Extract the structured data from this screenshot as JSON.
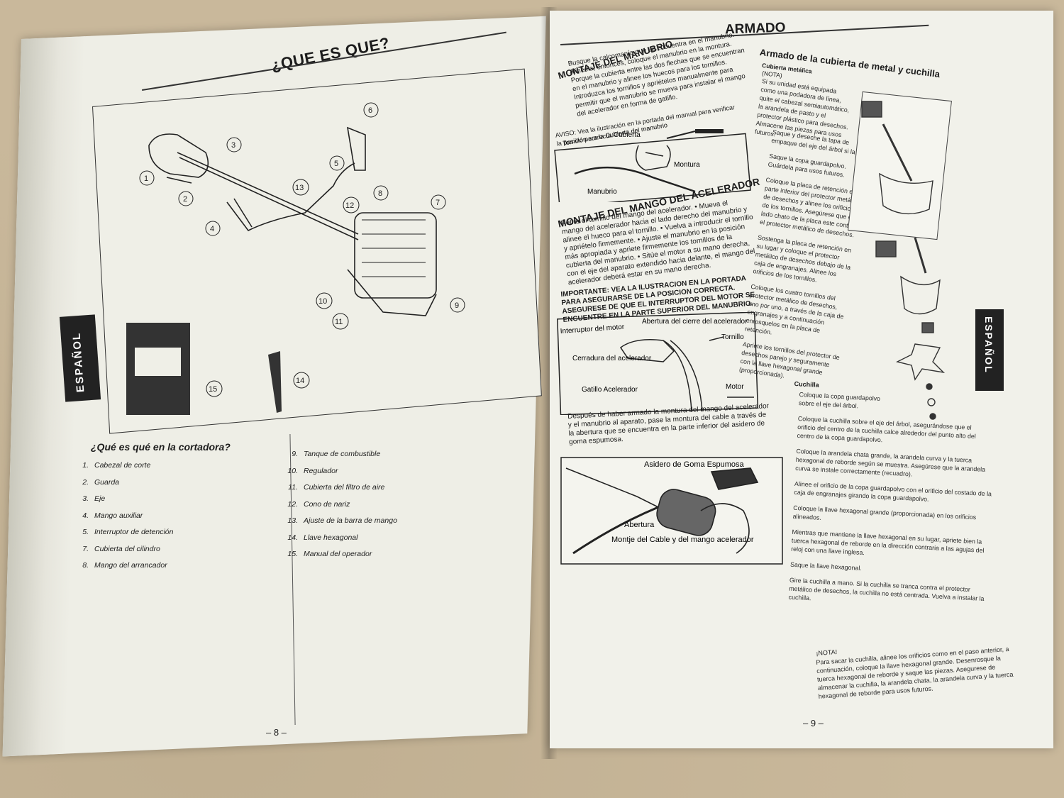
{
  "left_page": {
    "title": "¿QUE ES QUE?",
    "tab": "ESPAÑOL",
    "legend_title": "¿Qué es qué en la cortadora?",
    "legend_col1": [
      {
        "n": "1.",
        "label": "Cabezal de corte"
      },
      {
        "n": "2.",
        "label": "Guarda"
      },
      {
        "n": "3.",
        "label": "Eje"
      },
      {
        "n": "4.",
        "label": "Mango auxiliar"
      },
      {
        "n": "5.",
        "label": "Interruptor de detención"
      },
      {
        "n": "7.",
        "label": "Cubierta del cilindro"
      },
      {
        "n": "8.",
        "label": "Mango del arrancador"
      }
    ],
    "legend_col2": [
      {
        "n": "9.",
        "label": "Tanque de combustible"
      },
      {
        "n": "10.",
        "label": "Regulador"
      },
      {
        "n": "11.",
        "label": "Cubierta del filtro de aire"
      },
      {
        "n": "12.",
        "label": "Cono de nariz"
      },
      {
        "n": "13.",
        "label": "Ajuste de la barra de mango"
      },
      {
        "n": "14.",
        "label": "Llave hexagonal"
      },
      {
        "n": "15.",
        "label": "Manual del operador"
      }
    ],
    "callouts": [
      "1",
      "2",
      "3",
      "4",
      "5",
      "6",
      "7",
      "8",
      "9",
      "10",
      "11",
      "12",
      "13",
      "14",
      "15"
    ],
    "page_number": "– 8 –"
  },
  "right_page": {
    "header": "ARMADO",
    "tab": "ESPAÑOL",
    "h_manubrio": "MONTAJE DEL MANUBRIO",
    "t_manubrio": "Busque la calcomanía que se encuentra en el manubrio. Alinéela, entonces, coloque el manubrio en la montura. Porque la cubierta entre las dos flechas que se encuentran en el manubrio y alinee los huecos para los tornillos. Introduzca los tornillos y apriételos manualmente para permitir que el manubrio se mueva para instalar el mango del acelerador en forma de gatillo.",
    "t_aviso": "AVISO: Vea la ilustración en la portada del manual para verificar la posición correcta.",
    "fig1_title": "Tornillo para la Cubierta del manubrio",
    "fig1_labels": {
      "cubierta": "Cubierta",
      "montura": "Montura",
      "manubrio": "Manubrio"
    },
    "h_acelerador": "MONTAJE DEL MANGO DEL ACELERADOR",
    "t_acelerador": "Retire el tornillo del mango del acelerador. • Mueva el mango del acelerador hacia el lado derecho del manubrio y alinee el hueco para el tornillo. • Vuelva a introducir el tornillo y apriételo firmemente. • Ajuste el manubrio en la posición más apropiada y apriete firmemente los tornillos de la cubierta del manubrio. • Sitúe el motor a su mano derecha, con el eje del aparato extendido hacia delante, el mango del acelerador deberá estar en su mano derecha.",
    "t_importante": "IMPORTANTE: VEA LA ILUSTRACION EN LA PORTADA PARA ASEGURARSE DE LA POSICION CORRECTA. ASEGURESE DE QUE EL INTERRUPTOR DEL MOTOR SE ENCUENTRE EN LA PARTE SUPERIOR DEL MANUBRIO.",
    "fig2_labels": {
      "interruptor": "Interruptor del motor",
      "abertura": "Abertura del cierre del acelerador",
      "tornillo": "Tornillo",
      "cerradura": "Cerradura del acelerador",
      "gatillo": "Gatillo Acelerador",
      "motor": "Motor"
    },
    "t_despues": "Después de haber armado la montura del mango del acelerador y el manubrio al aparato, pase la montura del cable a través de la abertura que se encuentra en la parte inferior del asidero de goma espumosa.",
    "fig3_labels": {
      "asidero": "Asidero de Goma Espumosa",
      "abertura": "Abertura",
      "montje": "Montje del Cable y del mango acelerador"
    },
    "h_cubierta": "Armado de la cubierta de metal y cuchilla",
    "sub_cubierta": "Cubierta metálica",
    "nota_label": "(NOTA)",
    "t_cubierta_intro": "Si su unidad está equipada como una podadora de línea, quite el cabezal semiautomático, la arandela de pasto y el protector plástico para desechos. Almacene las piezas para usos futuros.",
    "bullets_cubierta": [
      "Saque y deseche la tapa de empaque del eje del árbol si la hay.",
      "Saque la copa guardapolvo. Guárdela para usos futuros.",
      "Coloque la placa de retención en la parte inferior del protector metálico de desechos y alinee los orificios de los tornillos. Asegúrese que el lado chato de la placa este contra el protector metálico de desechos.",
      "Sostenga la placa de retención en su lugar y coloque el protector metálico de desechos debajo de la caja de engranajes. Alinee los orificios de los tornillos.",
      "Coloque los cuatro tornillos del protector metálico de desechos, uno por uno, a través de la caja de engranajes y a continuación enrosquelos en la placa de retención.",
      "Apriete los tornillos del protector de desechos parejo y seguramente con la llave hexagonal grande (proporcionada)."
    ],
    "sub_cuchilla": "Cuchilla",
    "bullets_cuchilla": [
      "Coloque la copa guardapolvo sobre el eje del árbol.",
      "Coloque la cuchilla sobre el eje del árbol, asegurándose que el orificio del centro de la cuchilla calce alrededor del punto alto del centro de la copa guardapolvo.",
      "Coloque la arandela chata grande, la arandela curva y la tuerca hexagonal de reborde según se muestra. Asegúrese que la arandela curva se instale correctamente (recuadro).",
      "Alinee el orificio de la copa guardapolvo con el orificio del costado de la caja de engranajes girando la copa guardapolvo.",
      "Coloque la llave hexagonal grande (proporcionada) en los orificios alineados.",
      "Mientras que mantiene la llave hexagonal en su lugar, apriete bien la tuerca hexagonal de reborde en la dirección contraria a las agujas del reloj con una llave inglesa.",
      "Saque la llave hexagonal.",
      "Gire la cuchilla a mano. Si la cuchilla se tranca contra el protector metálico de desechos, la cuchilla no está centrada. Vuelva a instalar la cuchilla."
    ],
    "nota2_label": "¡NOTA!",
    "t_nota2": "Para sacar la cuchilla, alinee los orificios como en el paso anterior, a continuación, coloque la llave hexagonal grande. Desenrosque la tuerca hexagonal de reborde y saque las piezas. Asegurese de almacenar la cuchilla, la arandela chata, la arandela curva y la tuerca hexagonal de reborde para usos futuros.",
    "page_number": "– 9 –"
  }
}
